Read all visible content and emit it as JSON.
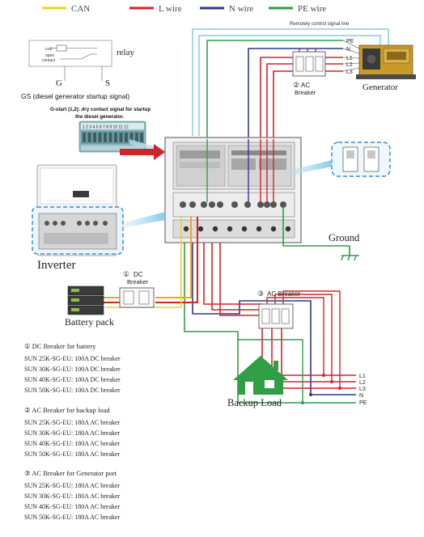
{
  "legend": [
    {
      "label": "CAN",
      "color": "#f2d21a"
    },
    {
      "label": "L wire",
      "color": "#d3232a"
    },
    {
      "label": "N wire",
      "color": "#2d3a8c"
    },
    {
      "label": "PE wire",
      "color": "#2e9e47"
    }
  ],
  "relay": {
    "title": "relay",
    "coil": "coil",
    "contact_line1": "open",
    "contact_line2": "contact",
    "term_g": "G",
    "term_s": "S",
    "signal_caption": "GS (diesel generator startup signal)"
  },
  "gstart": {
    "line1": "G-start (1,2): dry contact signal for startup",
    "line2": "the diesel generator.",
    "pins": "1 2 3 4 5 6 7 8 9 10 11 12"
  },
  "remote_label": "Remotely control signal line",
  "generator": {
    "title": "Generator",
    "terminals": [
      "PE",
      "N",
      "L1",
      "L2",
      "L3"
    ],
    "breaker_num": "②",
    "breaker_line1": "AC",
    "breaker_line2": "Breaker"
  },
  "inverter_label": "Inverter",
  "ground_label": "Ground",
  "dc_breaker": {
    "num": "①",
    "line1": "DC",
    "line2": "Breaker"
  },
  "battery_label": "Battery pack",
  "ac_breaker3": {
    "num": "③",
    "label": "AC Breaker"
  },
  "backup_load": {
    "label": "Backup Load",
    "terminals": [
      "L1",
      "L2",
      "L3",
      "N",
      "PE"
    ]
  },
  "notes": [
    {
      "title": "① DC Breaker for battery",
      "items": [
        "SUN 25K-SG-EU:  100A DC breaker",
        "SUN 30K-SG-EU:  100A DC breaker",
        "SUN 40K-SG-EU: 100A DC breaker",
        "SUN 50K-SG-EU: 100A DC breaker"
      ]
    },
    {
      "title": "② AC Breaker for  backup load",
      "items": [
        "SUN 25K-SG-EU: 180A AC breaker",
        "SUN 30K-SG-EU: 180A AC breaker",
        "SUN 40K-SG-EU: 180A AC breaker",
        "SUN 50K-SG-EU: 180A AC breaker"
      ]
    },
    {
      "title": "③ AC Breaker for Generator port",
      "items": [
        "SUN 25K-SG-EU: 180A AC breaker",
        "SUN 30K-SG-EU: 180A AC breaker",
        "SUN 40K-SG-EU: 180A AC breaker",
        "SUN 50K-SG-EU: 180A AC breaker"
      ]
    }
  ]
}
